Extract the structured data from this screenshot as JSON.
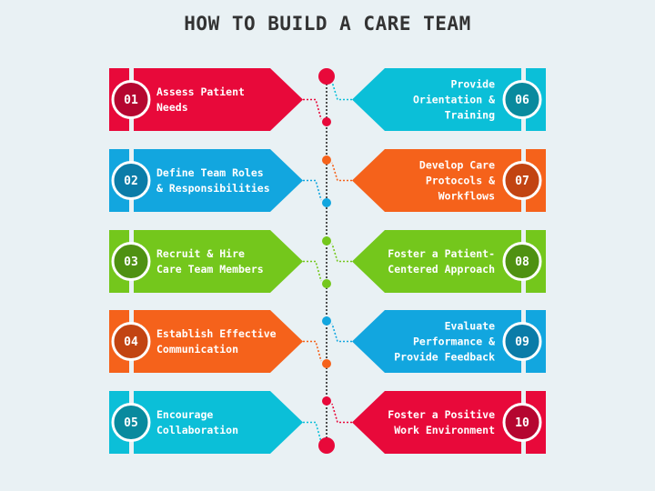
{
  "title": "HOW TO BUILD A CARE TEAM",
  "colors": {
    "red": "#e8093a",
    "red_dark": "#b50630",
    "teal": "#0bbfd8",
    "teal_dark": "#098a9e",
    "blue": "#12a6df",
    "blue_dark": "#0b7ca8",
    "orange": "#f5621b",
    "orange_dark": "#c24412",
    "green": "#74c71c",
    "green_dark": "#4f9112",
    "line": "#1a1a1a"
  },
  "steps": [
    {
      "number": "01",
      "lines": [
        "Assess Patient",
        "Needs"
      ],
      "side": "left",
      "color": "red"
    },
    {
      "number": "02",
      "lines": [
        "Define Team Roles",
        "& Responsibilities"
      ],
      "side": "left",
      "color": "blue"
    },
    {
      "number": "03",
      "lines": [
        "Recruit & Hire",
        "Care Team Members"
      ],
      "side": "left",
      "color": "green"
    },
    {
      "number": "04",
      "lines": [
        "Establish Effective",
        "Communication"
      ],
      "side": "left",
      "color": "orange"
    },
    {
      "number": "05",
      "lines": [
        "Encourage",
        "Collaboration"
      ],
      "side": "left",
      "color": "teal"
    },
    {
      "number": "06",
      "lines": [
        "Provide",
        "Orientation &",
        "Training"
      ],
      "side": "right",
      "color": "teal"
    },
    {
      "number": "07",
      "lines": [
        "Develop Care",
        "Protocols &",
        "Workflows"
      ],
      "side": "right",
      "color": "orange"
    },
    {
      "number": "08",
      "lines": [
        "Foster a Patient-",
        "Centered Approach"
      ],
      "side": "right",
      "color": "green"
    },
    {
      "number": "09",
      "lines": [
        "Evaluate",
        "Performance &",
        "Provide Feedback"
      ],
      "side": "right",
      "color": "blue"
    },
    {
      "number": "10",
      "lines": [
        "Foster a Positive",
        "Work Environment"
      ],
      "side": "right",
      "color": "red"
    }
  ]
}
